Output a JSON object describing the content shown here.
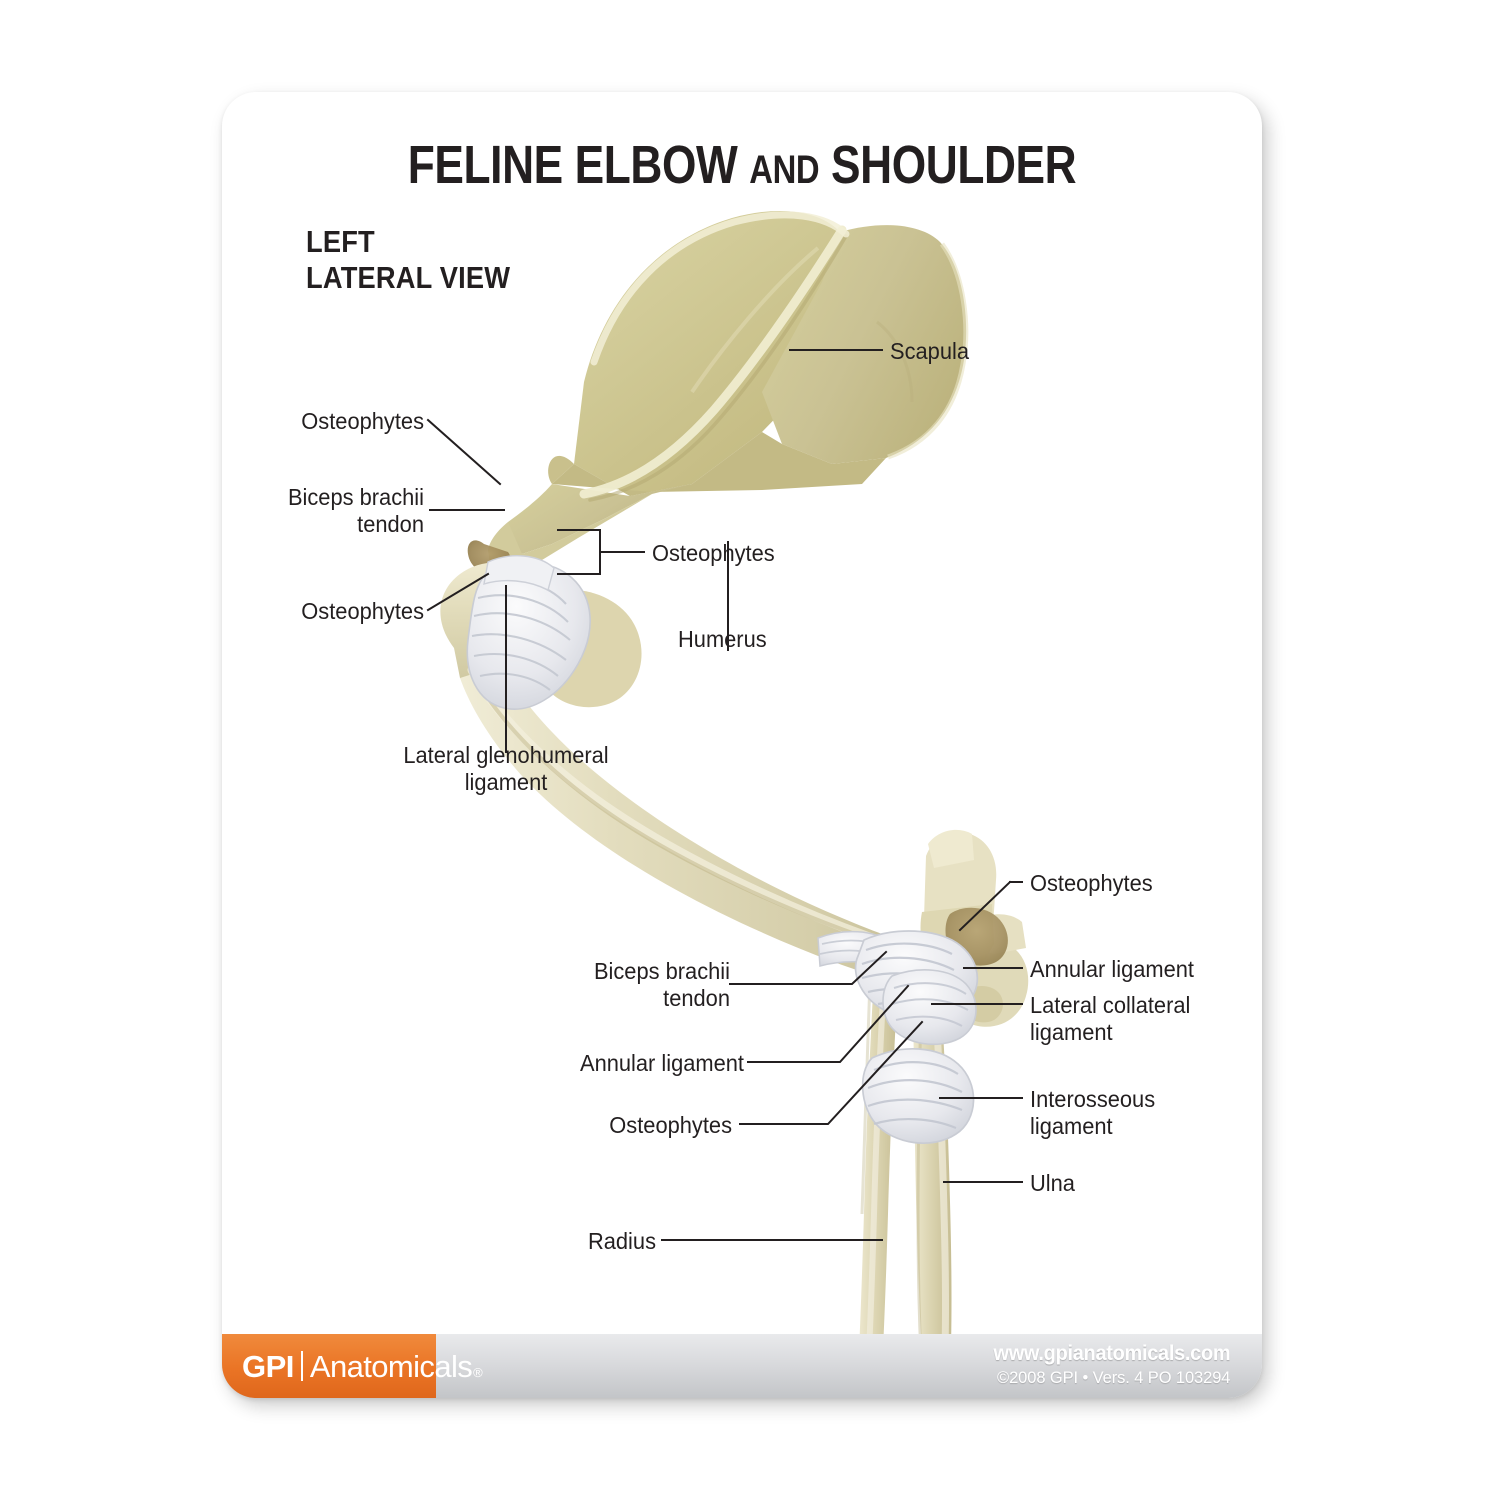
{
  "card": {
    "title_main": "FELINE ELBOW ",
    "title_and": "AND",
    "title_tail": " SHOULDER",
    "view_line1": "LEFT",
    "view_line2": "LATERAL VIEW"
  },
  "labels": {
    "scapula": "Scapula",
    "osteophytes_upper_left": "Osteophytes",
    "biceps_brachii_tendon_shoulder": "Biceps brachii\ntendon",
    "osteophytes_bracket": "Osteophytes",
    "osteophytes_lower_left": "Osteophytes",
    "humerus": "Humerus",
    "lateral_glenohumeral_ligament": "Lateral glenohumeral\nligament",
    "osteophytes_elbow_right": "Osteophytes",
    "annular_ligament_right": "Annular ligament",
    "lateral_collateral_ligament": "Lateral collateral\nligament",
    "interosseous_ligament": "Interosseous\nligament",
    "biceps_brachii_tendon_elbow": "Biceps brachii\ntendon",
    "annular_ligament_left": "Annular ligament",
    "osteophytes_elbow_left": "Osteophytes",
    "ulna": "Ulna",
    "radius": "Radius"
  },
  "footer": {
    "logo_gpi": "GPI",
    "logo_anatomicals": "Anatomicals",
    "logo_registered": "®",
    "url": "www.gpianatomicals.com",
    "copyright": "©2008 GPI • Vers. 4 PO 103294"
  },
  "colors": {
    "brand_orange": "#ea7425",
    "bone_light": "#ded8b0",
    "bone_mid": "#cdc792",
    "bone_shadow": "#b5ae7c",
    "ligament": "#e8e9ec",
    "osteophyte": "#a08a5c",
    "text": "#231f20",
    "leader_line": "#231f20"
  }
}
